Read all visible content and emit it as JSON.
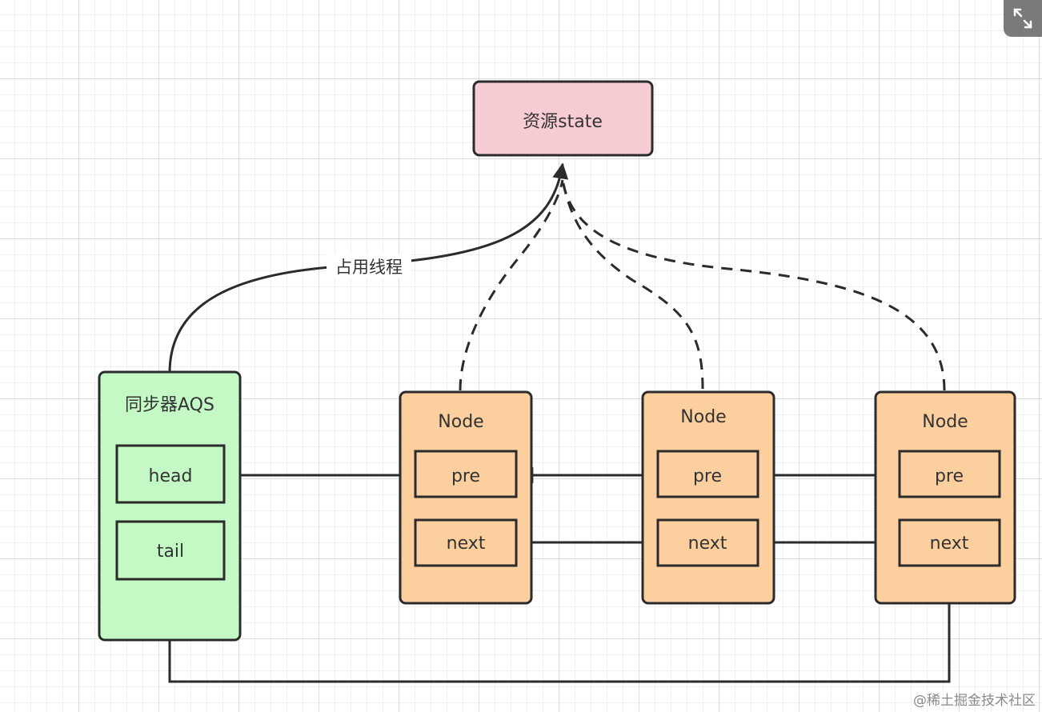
{
  "diagram": {
    "resource_label": "资源state",
    "edge_label": "占用线程",
    "aqs": {
      "title": "同步器AQS",
      "head": "head",
      "tail": "tail"
    },
    "nodes": [
      {
        "title": "Node",
        "pre": "pre",
        "next": "next"
      },
      {
        "title": "Node",
        "pre": "pre",
        "next": "next"
      },
      {
        "title": "Node",
        "pre": "pre",
        "next": "next"
      }
    ],
    "colors": {
      "resource_fill": "#f8ccd3",
      "aqs_fill": "#c4f9c6",
      "node_fill": "#fccf9e",
      "stroke": "#2b2b2b"
    }
  },
  "toolbar": {
    "expand_icon": "expand-icon"
  },
  "watermark": "@稀土掘金技术社区"
}
